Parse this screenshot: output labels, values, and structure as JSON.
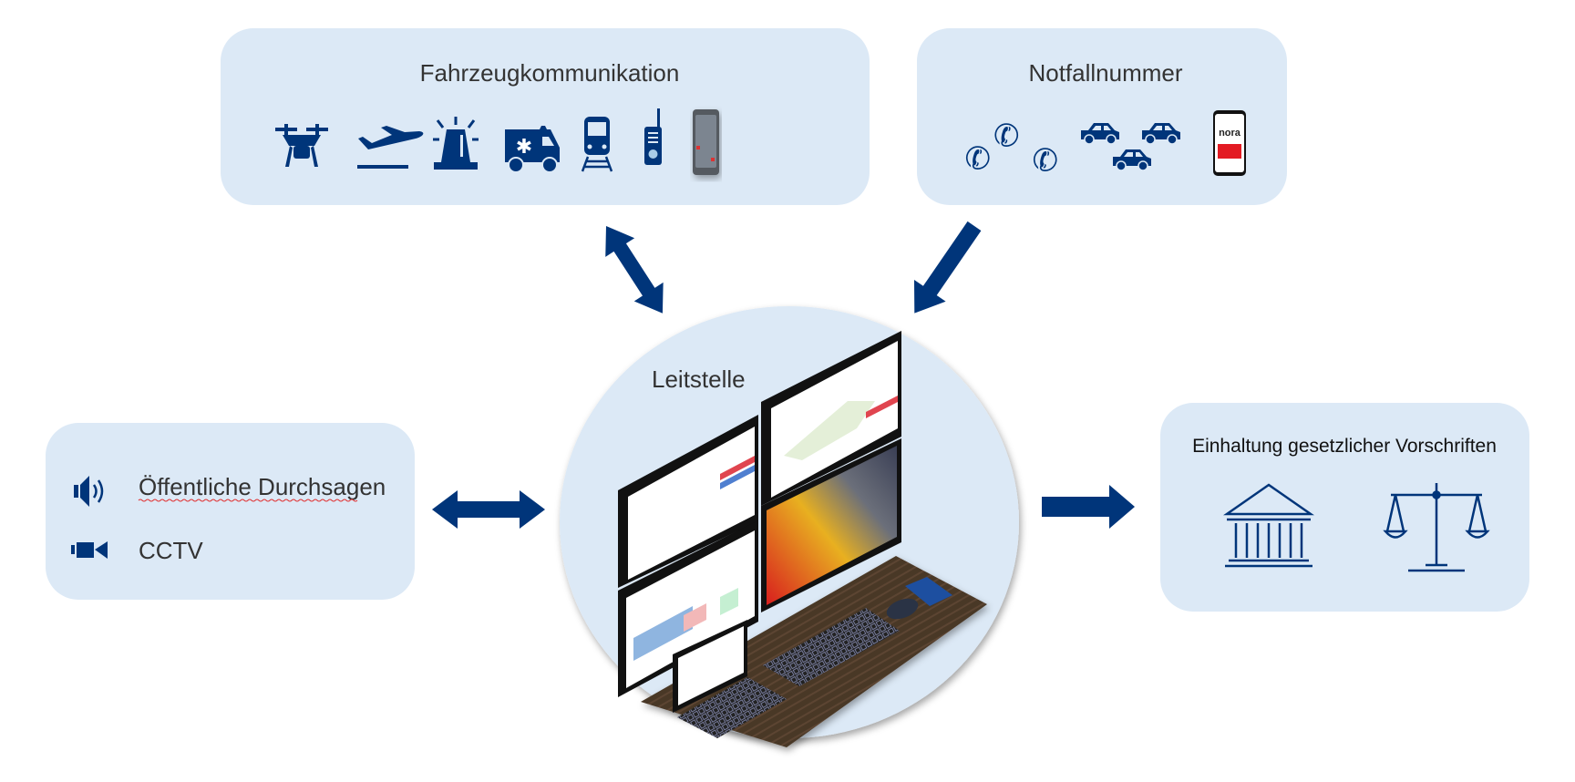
{
  "colors": {
    "box_fill": "#dce9f6",
    "accent": "#00357a",
    "circle_fill": "#dce9f6"
  },
  "vehicle_comm": {
    "title": "Fahrzeugkommunikation",
    "icons": [
      "drone-icon",
      "airplane-takeoff-icon",
      "siren-beacon-icon",
      "ambulance-icon",
      "train-icon",
      "walkie-talkie-icon",
      "rugged-smartphone-icon"
    ]
  },
  "emergency_number": {
    "title": "Notfallnummer",
    "icons": [
      "phone-handset-icon",
      "car-icon",
      "nora-app-phone-icon"
    ],
    "app_logo": "nora"
  },
  "control_center": {
    "title": "Leitstelle"
  },
  "public": {
    "items": [
      {
        "icon": "speaker-icon",
        "label": "Öffentliche Durchsagen"
      },
      {
        "icon": "video-camera-icon",
        "label": "CCTV"
      }
    ]
  },
  "compliance": {
    "title": "Einhaltung gesetzlicher Vorschriften",
    "icons": [
      "courthouse-icon",
      "scales-icon"
    ]
  }
}
